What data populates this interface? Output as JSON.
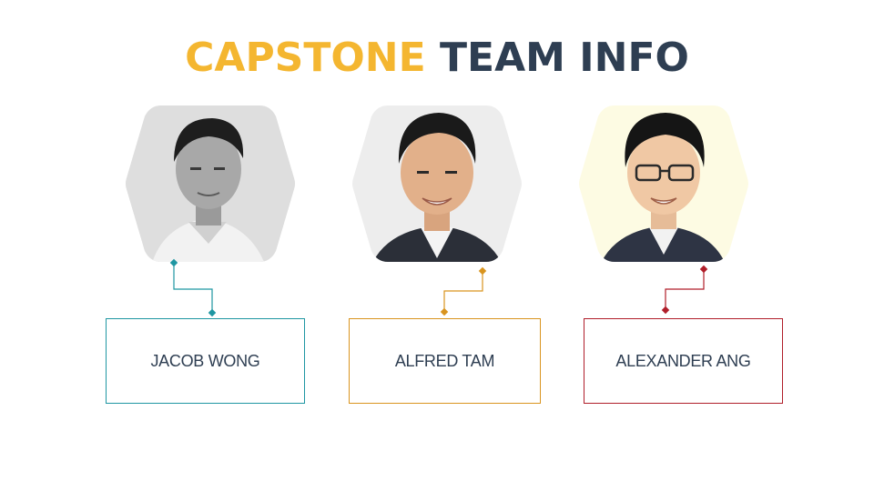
{
  "title": {
    "accent_text": "CAPSTONE",
    "main_text": "TEAM INFO",
    "accent_color": "#F4B630",
    "main_color": "#2E3E52"
  },
  "members": [
    {
      "name": "JACOB WONG",
      "color": "#1E96A2",
      "photo_bg": "#D9D9D9",
      "photo_style": "grayscale"
    },
    {
      "name": "ALFRED TAM",
      "color": "#D9941E",
      "photo_bg": "#EDEDED",
      "photo_style": "color"
    },
    {
      "name": "ALEXANDER ANG",
      "color": "#B01E2A",
      "photo_bg": "#FDFBE3",
      "photo_style": "color"
    }
  ]
}
